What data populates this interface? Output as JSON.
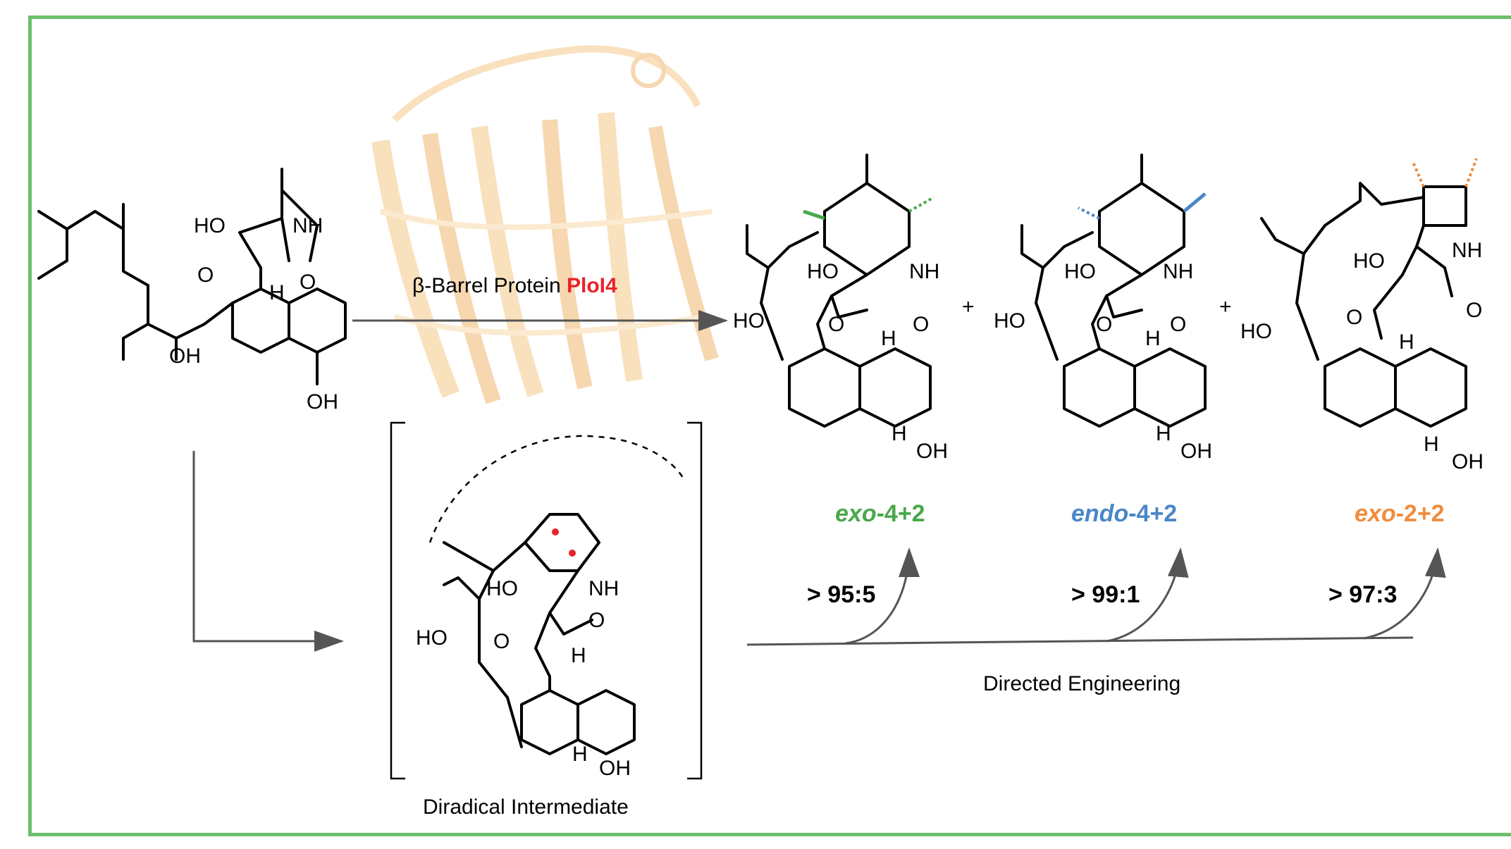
{
  "diagram": {
    "reaction_condition": {
      "prefix": "β-Barrel Protein ",
      "enzyme": "PloI4"
    },
    "intermediate_label": "Diradical Intermediate",
    "engineering_label": "Directed Engineering",
    "products": [
      {
        "name_italic": "exo",
        "name_rest": "-4+2",
        "selectivity": "> 95:5",
        "color": "#4aa84a"
      },
      {
        "name_italic": "endo",
        "name_rest": "-4+2",
        "selectivity": "> 99:1",
        "color": "#4a86c8"
      },
      {
        "name_italic": "exo",
        "name_rest": "-2+2",
        "selectivity": "> 97:3",
        "color": "#f08c3c"
      }
    ],
    "atom_labels": {
      "ho": "HO",
      "oh": "OH",
      "nh": "NH",
      "o": "O",
      "h": "H",
      "plus": "+"
    },
    "colors": {
      "frame": "#6dbf6d",
      "enzyme": "#e8242a",
      "protein": "#f5c98a"
    }
  }
}
